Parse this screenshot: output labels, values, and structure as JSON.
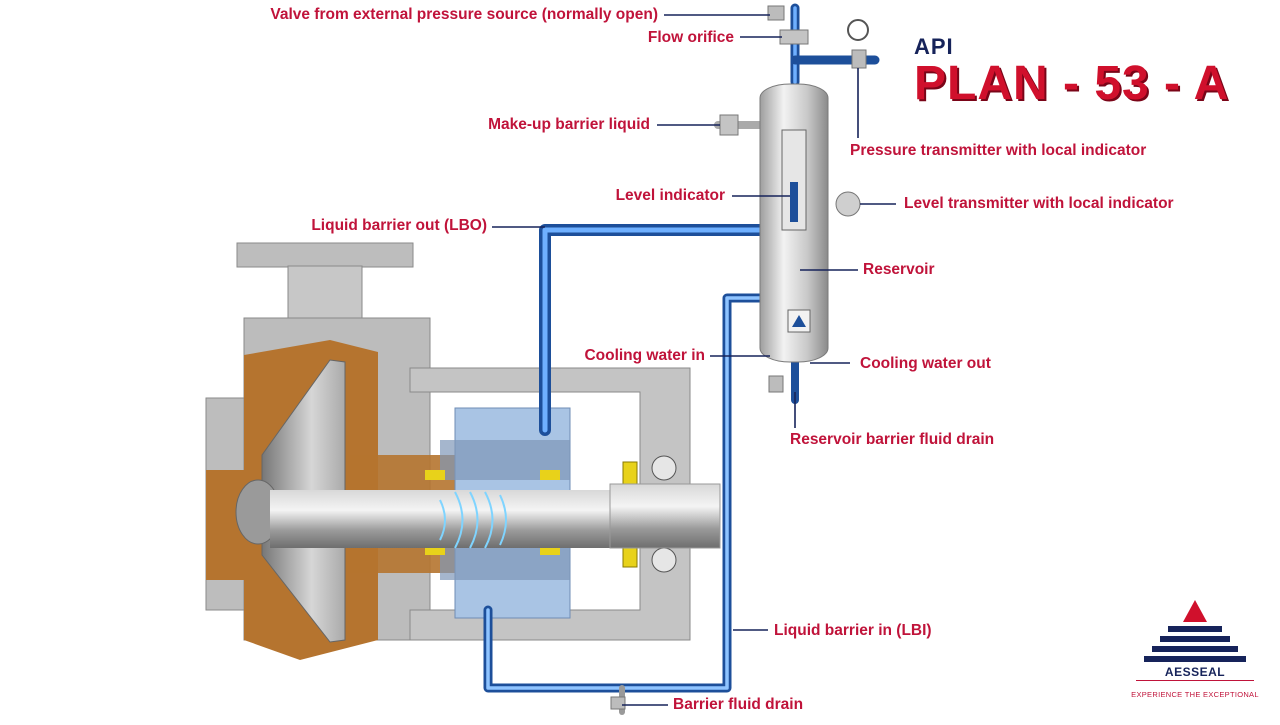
{
  "title": {
    "prefix": "API",
    "main": "PLAN - 53 - A"
  },
  "labels": {
    "valve_external": "Valve from external pressure source (normally open)",
    "flow_orifice": "Flow orifice",
    "makeup_barrier": "Make-up barrier liquid",
    "pressure_transmitter": "Pressure transmitter with local indicator",
    "level_indicator": "Level indicator",
    "level_transmitter": "Level transmitter with local indicator",
    "lbo": "Liquid barrier out (LBO)",
    "reservoir": "Reservoir",
    "cooling_in": "Cooling water in",
    "cooling_out": "Cooling water out",
    "reservoir_drain": "Reservoir barrier fluid drain",
    "lbi": "Liquid barrier in (LBI)",
    "barrier_drain": "Barrier fluid drain"
  },
  "brand": {
    "name": "AESSEAL",
    "tagline": "EXPERIENCE THE EXCEPTIONAL"
  },
  "colors": {
    "label": "#c0133a",
    "title": "#d0102c",
    "brand_navy": "#16235a",
    "pipe_blue": "#2a6fc4",
    "casing_grey": "#b9b9b9",
    "product_brown": "#b5742f",
    "seal_blue": "#a9c4e4"
  }
}
